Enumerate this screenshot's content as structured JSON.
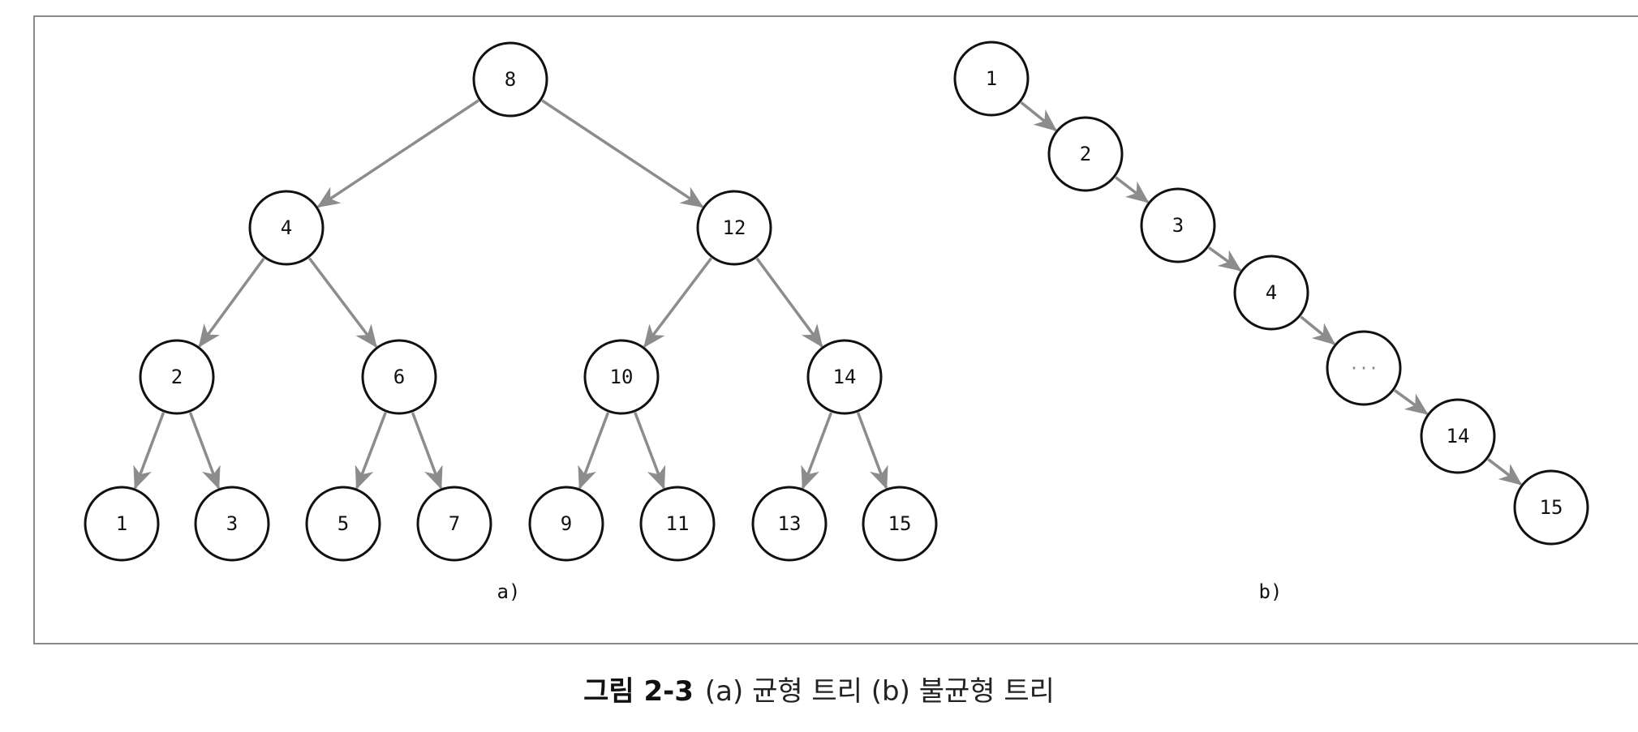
{
  "figure": {
    "caption_number": "그림 2-3",
    "caption_text": "(a) 균형 트리 (b) 불균형 트리"
  },
  "panels": {
    "a": {
      "label": "a)",
      "nodes": [
        {
          "id": "8",
          "label": "8"
        },
        {
          "id": "4",
          "label": "4"
        },
        {
          "id": "12",
          "label": "12"
        },
        {
          "id": "2",
          "label": "2"
        },
        {
          "id": "6",
          "label": "6"
        },
        {
          "id": "10",
          "label": "10"
        },
        {
          "id": "14",
          "label": "14"
        },
        {
          "id": "1",
          "label": "1"
        },
        {
          "id": "3",
          "label": "3"
        },
        {
          "id": "5",
          "label": "5"
        },
        {
          "id": "7",
          "label": "7"
        },
        {
          "id": "9",
          "label": "9"
        },
        {
          "id": "11",
          "label": "11"
        },
        {
          "id": "13",
          "label": "13"
        },
        {
          "id": "15",
          "label": "15"
        }
      ],
      "edges": [
        [
          "8",
          "4"
        ],
        [
          "8",
          "12"
        ],
        [
          "4",
          "2"
        ],
        [
          "4",
          "6"
        ],
        [
          "12",
          "10"
        ],
        [
          "12",
          "14"
        ],
        [
          "2",
          "1"
        ],
        [
          "2",
          "3"
        ],
        [
          "6",
          "5"
        ],
        [
          "6",
          "7"
        ],
        [
          "10",
          "9"
        ],
        [
          "10",
          "11"
        ],
        [
          "14",
          "13"
        ],
        [
          "14",
          "15"
        ]
      ]
    },
    "b": {
      "label": "b)",
      "nodes": [
        {
          "id": "b1",
          "label": "1"
        },
        {
          "id": "b2",
          "label": "2"
        },
        {
          "id": "b3",
          "label": "3"
        },
        {
          "id": "b4",
          "label": "4"
        },
        {
          "id": "bdots",
          "label": "···"
        },
        {
          "id": "b14",
          "label": "14"
        },
        {
          "id": "b15",
          "label": "15"
        }
      ],
      "edges": [
        [
          "b1",
          "b2"
        ],
        [
          "b2",
          "b3"
        ],
        [
          "b3",
          "b4"
        ],
        [
          "b4",
          "bdots"
        ],
        [
          "bdots",
          "b14"
        ],
        [
          "b14",
          "b15"
        ]
      ]
    }
  },
  "colors": {
    "edge": "#8c8c8c",
    "node_stroke": "#111111",
    "frame": "#8a8a8a"
  }
}
